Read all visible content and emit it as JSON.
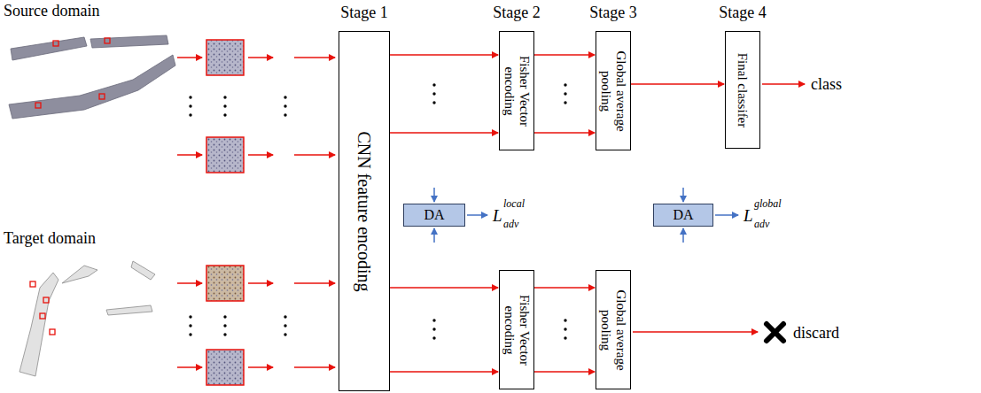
{
  "diagram": {
    "nodes": [
      {
        "text": [
          "Stage 1",
          "CNN feature encoding"
        ]
      },
      {
        "text": [
          "Stage 2",
          "Fisher Vector encoding"
        ]
      },
      {
        "text": [
          "Stage 3",
          "Global average pooling"
        ]
      },
      {
        "text": [
          "Stage 4",
          "Final classifer"
        ]
      },
      {
        "text": [
          "DA"
        ]
      },
      {
        "text": [
          "DA"
        ]
      },
      {
        "text": [
          "Fisher Vector encoding"
        ]
      },
      {
        "text": [
          "Global average pooling"
        ]
      }
    ],
    "edges": [
      {
        "from": 0,
        "to": 1,
        "arrow": "to"
      },
      {
        "from": 0,
        "to": 1,
        "arrow": "to"
      },
      {
        "from": 1,
        "to": 2,
        "arrow": "to"
      },
      {
        "from": 1,
        "to": 2,
        "arrow": "to"
      },
      {
        "from": 2,
        "to": 3,
        "arrow": "to"
      },
      {
        "from": 0,
        "to": 6,
        "arrow": "to"
      },
      {
        "from": 0,
        "to": 6,
        "arrow": "to"
      },
      {
        "from": 6,
        "to": 7,
        "arrow": "to"
      },
      {
        "from": 6,
        "to": 7,
        "arrow": "to"
      }
    ],
    "labels": [
      "Source domain",
      "Target domain",
      "L",
      "adv",
      "local",
      "L",
      "adv",
      "global",
      "class",
      "discard"
    ]
  }
}
